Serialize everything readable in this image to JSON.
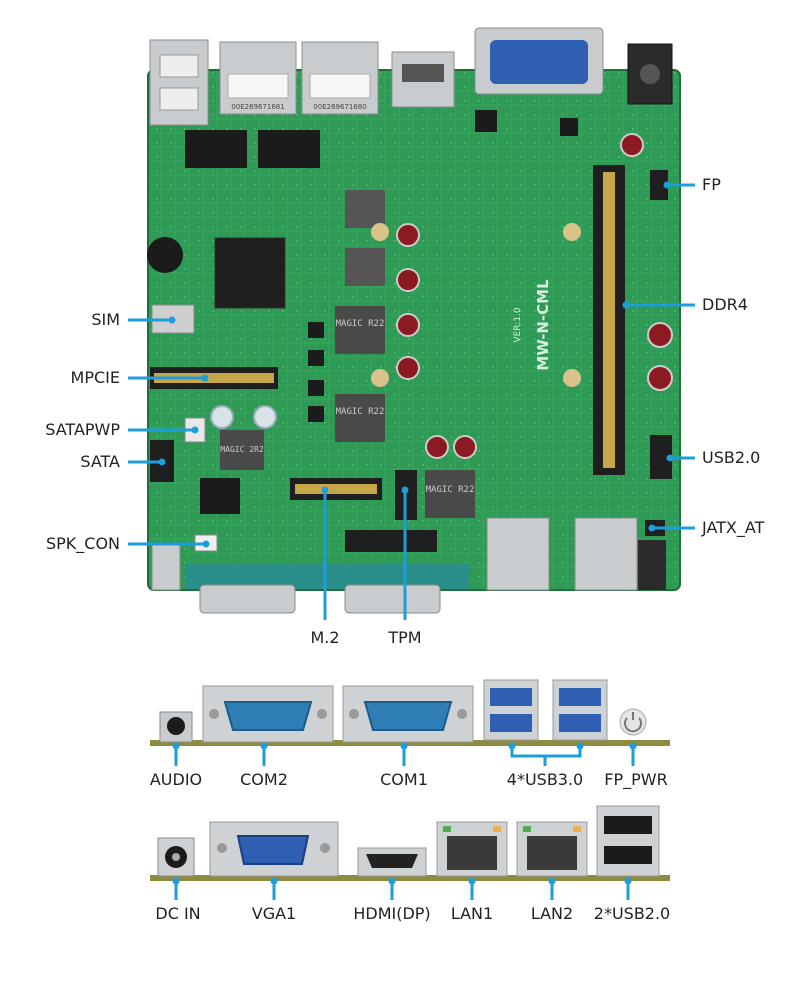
{
  "colors": {
    "accent": "#1e9ed9",
    "pcb": "#2f9a55",
    "pcb_dark": "#237a42",
    "rail": "#8d8c3f",
    "port_blue": "#2f5fb3",
    "metal": "#cfd2d4"
  },
  "board": {
    "labels": {
      "fp": "FP",
      "ddr4": "DDR4",
      "usb20": "USB2.0",
      "jatx_at": "JATX_AT",
      "sim": "SIM",
      "mpcie": "MPCIE",
      "satapwp": "SATAPWP",
      "sata": "SATA",
      "spk_con": "SPK_CON",
      "m2": "M.2",
      "tpm": "TPM"
    },
    "silkscreen": {
      "model": "MW-N-CML",
      "version": "VER:1.0",
      "inductor_1": "MAGIC R22",
      "inductor_2": "MAGIC R22",
      "inductor_3": "MAGIC R22",
      "inductor_4": "MAGIC 2R2",
      "mac_1": "00E269671681",
      "mac_2": "00E269671680"
    }
  },
  "io_top": {
    "audio": "AUDIO",
    "com2": "COM2",
    "com1": "COM1",
    "usb30": "4*USB3.0",
    "fp_pwr": "FP_PWR"
  },
  "io_bottom": {
    "dc_in": "DC IN",
    "vga1": "VGA1",
    "hdmi": "HDMI(DP)",
    "lan1": "LAN1",
    "lan2": "LAN2",
    "usb20x2": "2*USB2.0"
  }
}
